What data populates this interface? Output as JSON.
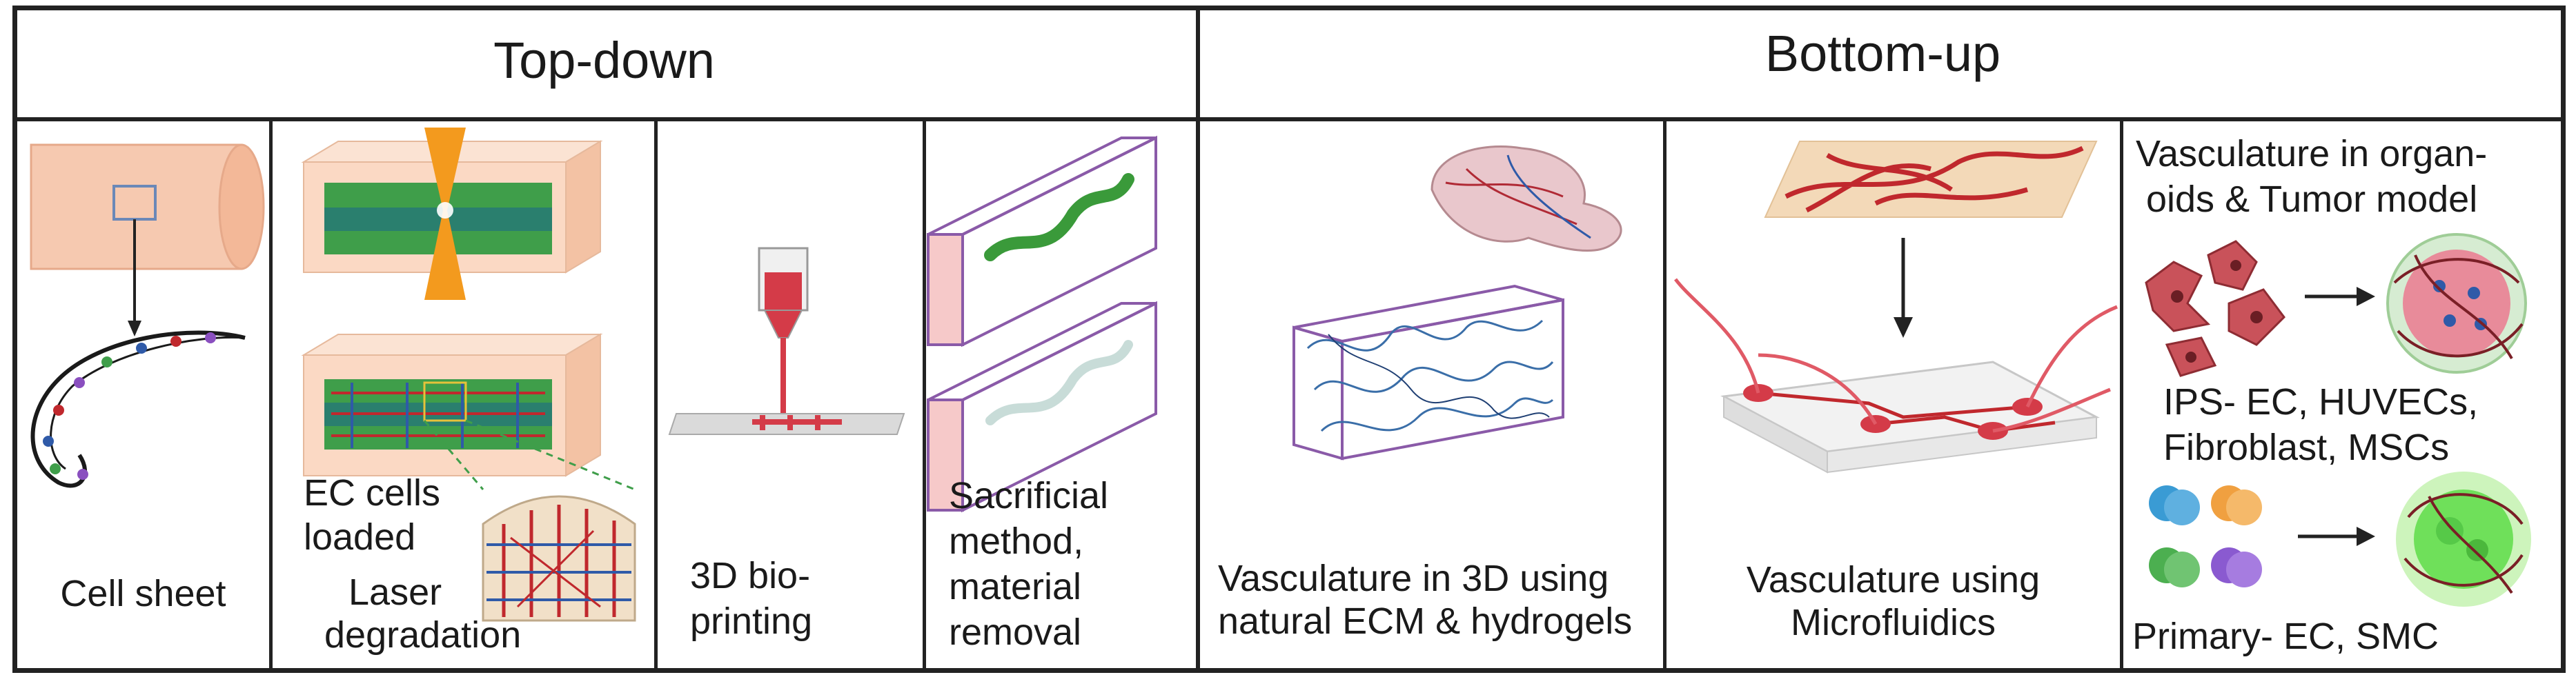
{
  "headers": {
    "top_down": "Top-down",
    "bottom_up": "Bottom-up"
  },
  "panels": {
    "cell_sheet": {
      "caption": "Cell sheet"
    },
    "laser": {
      "label_ec_line1": "EC cells",
      "label_ec_line2": "loaded",
      "caption_line1": "Laser",
      "caption_line2": "degradation"
    },
    "bioprinting": {
      "caption_line1": "3D bio-",
      "caption_line2": "printing"
    },
    "sacrificial": {
      "caption_line1": "Sacrificial",
      "caption_line2": "method,",
      "caption_line3": "material",
      "caption_line4": "removal"
    },
    "ecm": {
      "caption_line1": "Vasculature in 3D using",
      "caption_line2": "natural ECM & hydrogels"
    },
    "microfluidics": {
      "caption_line1": "Vasculature  using",
      "caption_line2": "Microfluidics"
    },
    "organoids": {
      "title_line1": "Vasculature in organ-",
      "title_line2": "oids  & Tumor model",
      "cells_line1": "IPS- EC, HUVECs,",
      "cells_line2": "Fibroblast, MSCs",
      "caption": "Primary- EC, SMC"
    }
  },
  "colors": {
    "border": "#222222",
    "skin": "#f6c9b0",
    "vessel_red": "#c0282d",
    "vessel_blue": "#2f5aa8",
    "green_tissue": "#3f9e4a",
    "purple_box": "#8a5aa8",
    "laser_orange": "#f39a1e",
    "tumor_green": "#7ee06a"
  }
}
